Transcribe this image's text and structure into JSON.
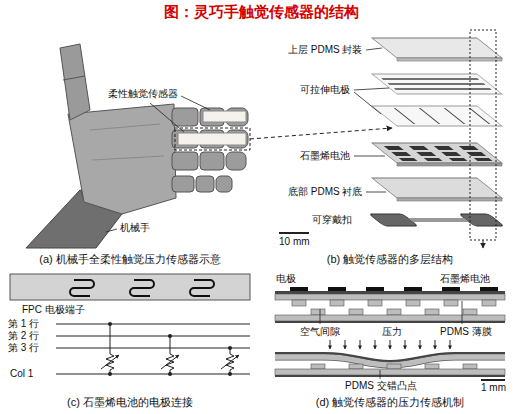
{
  "diagram": {
    "title": "图：灵巧手触觉传感器的结构",
    "labels": [
      "柔性触觉传感器",
      "机械手",
      "(a) 机械手全柔性触觉压力传感器示意",
      "上层 PDMS 封装",
      "可拉伸电极",
      "石墨烯电池",
      "底部 PDMS 衬底",
      "10 mm",
      "可穿戴扣",
      "(b) 触觉传感器的多层结构",
      "FPC 电极端子",
      "第 1 行",
      "第 2 行",
      "第 3 行",
      "Col 1",
      "(c) 石墨烯电池的电极连接",
      "电极",
      "石墨烯电池",
      "空气间隙",
      "压力",
      "PDMS 薄膜",
      "PDMS 交错凸点",
      "1 mm",
      "(d) 触觉传感器的压力传感机制"
    ]
  }
}
